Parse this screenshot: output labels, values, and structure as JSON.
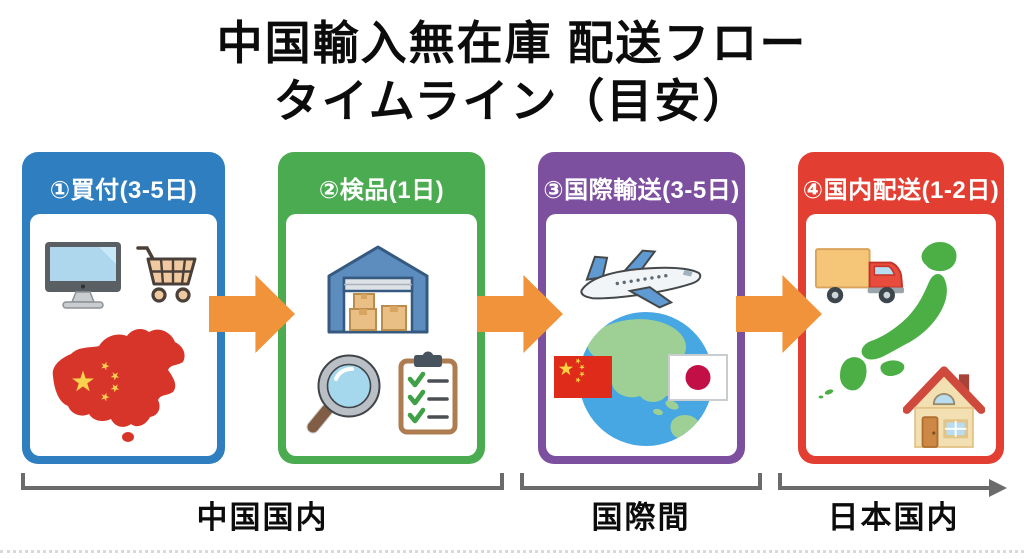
{
  "title": {
    "line1": "中国輸入無在庫 配送フロー",
    "line2": "タイムライン（目安）"
  },
  "steps": [
    {
      "label": "①買付(3-5日)",
      "color": "#2f7ec0",
      "icons": [
        "desktop-computer-icon",
        "shopping-cart-icon",
        "china-map-icon"
      ]
    },
    {
      "label": "②検品(1日)",
      "color": "#4bab51",
      "icons": [
        "warehouse-icon",
        "magnifier-icon",
        "checklist-icon"
      ]
    },
    {
      "label": "③国際輸送(3-5日)",
      "color": "#7c4f9f",
      "icons": [
        "airplane-icon",
        "globe-icon",
        "china-flag-icon",
        "japan-flag-icon"
      ]
    },
    {
      "label": "④国内配送(1-2日)",
      "color": "#e23e32",
      "icons": [
        "delivery-truck-icon",
        "japan-map-icon",
        "house-icon"
      ]
    }
  ],
  "timeline": {
    "segments": [
      {
        "label": "中国国内"
      },
      {
        "label": "国際間"
      },
      {
        "label": "日本国内"
      }
    ],
    "bracket_color": "#6b6b6b"
  },
  "arrow_color": "#f0933b"
}
